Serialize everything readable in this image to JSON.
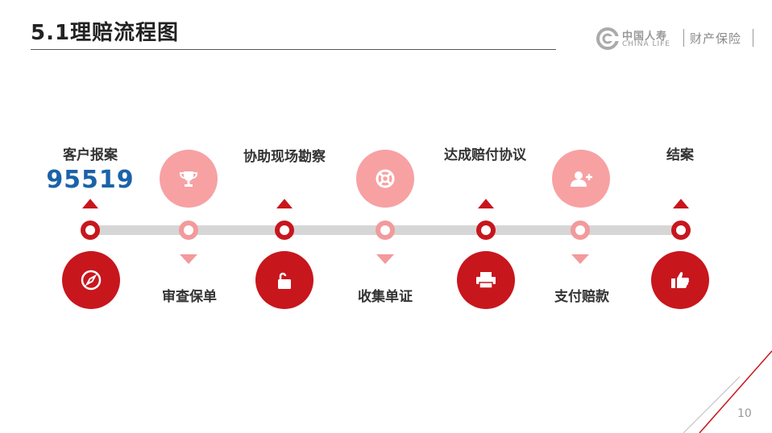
{
  "header": {
    "title": "5.1理赔流程图"
  },
  "logo": {
    "cn": "中国人寿",
    "en": "CHINA LIFE",
    "division": "财产保险"
  },
  "page_number": "10",
  "process": {
    "steps": [
      {
        "label": "客户报案",
        "sub": "95519",
        "icon": "compass-icon"
      },
      {
        "label": "审查保单",
        "icon": "trophy-icon"
      },
      {
        "label": "协助现场勘察",
        "icon": "unlock-icon"
      },
      {
        "label": "收集单证",
        "icon": "lifebuoy-icon"
      },
      {
        "label": "达成赔付协议",
        "icon": "printer-icon"
      },
      {
        "label": "支付赔款",
        "icon": "add-user-icon"
      },
      {
        "label": "结案",
        "icon": "thumbs-up-icon"
      }
    ]
  },
  "colors": {
    "primary": "#c8161d",
    "light": "#f29a9c",
    "track": "#d6d6d6",
    "phone": "#1b62a8"
  }
}
